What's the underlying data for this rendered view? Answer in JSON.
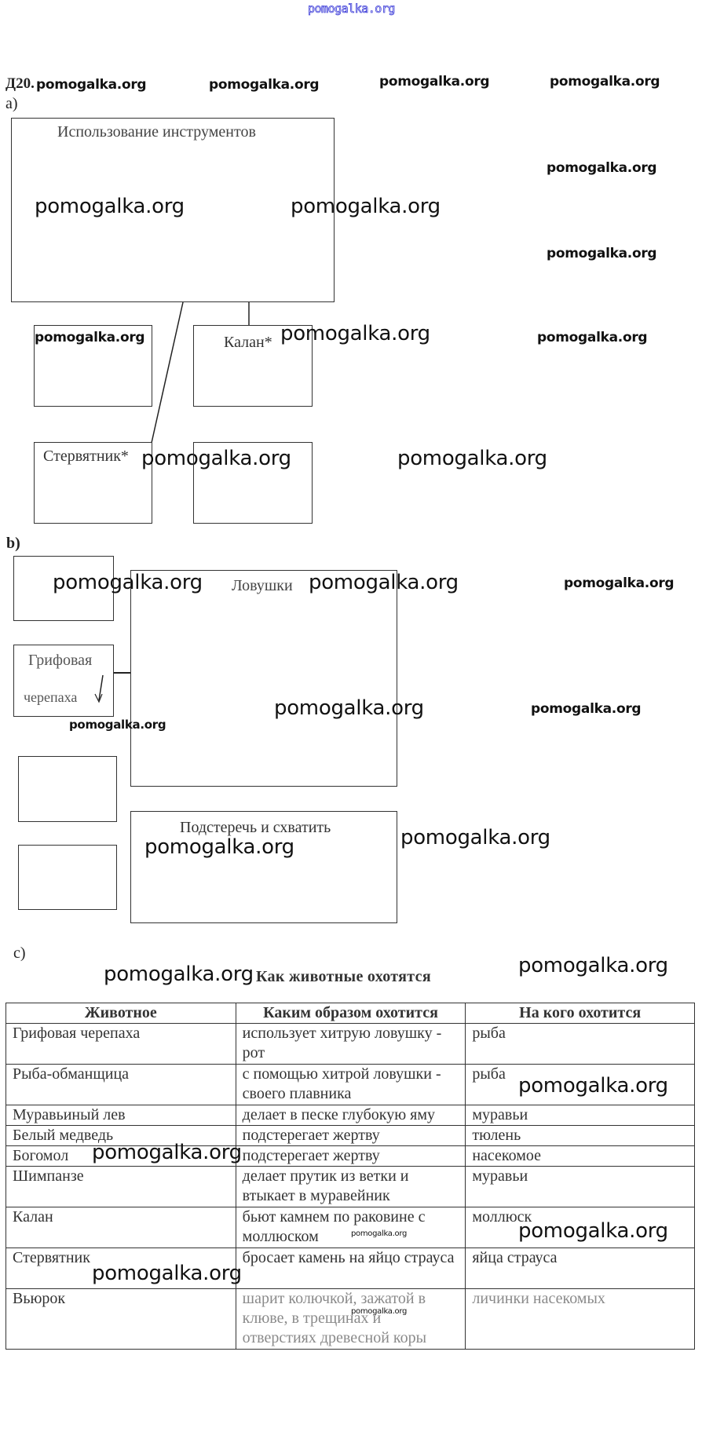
{
  "header": {
    "site_link": "pomogalka.org",
    "exercise_prefix": "Д20."
  },
  "watermark_text": "pomogalka.org",
  "section_a": {
    "label": "a)",
    "root_box": "Использование инструментов",
    "boxes": [
      "",
      "Калан*",
      "Стервятник*",
      ""
    ]
  },
  "section_b": {
    "label": "b)",
    "left_boxes": [
      "",
      "Грифовая черепаха",
      "",
      ""
    ],
    "trap_box": "Ловушки",
    "ambush_box": "Подстеречь и схватить"
  },
  "section_c": {
    "label": "c)",
    "table_title": "Как животные охотятся",
    "columns": [
      "Животное",
      "Каким образом охотится",
      "На кого охотится"
    ],
    "rows": [
      {
        "animal": "Грифовая черепаха",
        "method": "использует хитрую ловушку - рот",
        "prey": "рыба"
      },
      {
        "animal": "Рыба-обманщица",
        "method": "с помощью хитрой ловушки - своего плавника",
        "prey": "рыба"
      },
      {
        "animal": "Муравьиный лев",
        "method": "делает в песке глубокую яму",
        "prey": "муравьи"
      },
      {
        "animal": "Белый медведь",
        "method": "подстерегает жертву",
        "prey": "тюлень"
      },
      {
        "animal": "Богомол",
        "method": "подстерегает жертву",
        "prey": "насекомое"
      },
      {
        "animal": "Шимпанзе",
        "method": "делает прутик из ветки и втыкает в муравейник",
        "prey": "муравьи"
      },
      {
        "animal": "Калан",
        "method": "бьют камнем по раковине с моллюском",
        "prey": "моллюск"
      },
      {
        "animal": "Стервятник",
        "method": "бросает камень на яйцо страуса",
        "prey": "яйца страуса"
      },
      {
        "animal": "Вьюрок",
        "method": "шарит колючкой, зажатой в клюве, в трещинах и отверстиях древесной коры",
        "prey": "личинки насекомых"
      }
    ]
  }
}
